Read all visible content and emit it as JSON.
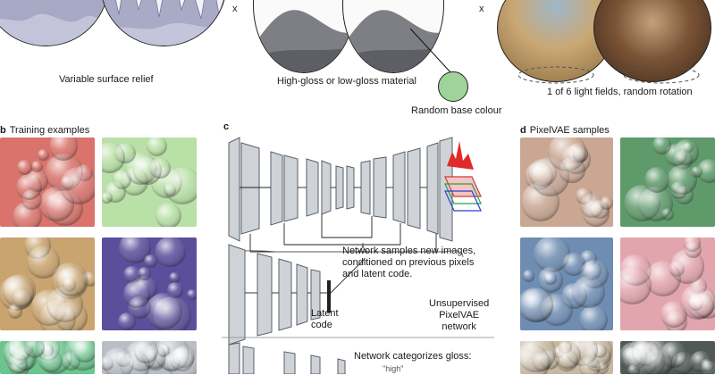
{
  "panel_a": {
    "relief_caption": "Variable surface relief",
    "multiply_sign": "x",
    "material_caption": "High-gloss or low-gloss material",
    "base_colour_caption": "Random base colour",
    "light_caption": "1 of 6 light fields, random rotation",
    "base_colour": "#9fd39a"
  },
  "panel_b": {
    "letter": "b",
    "title": "Training examples",
    "tile_colors": [
      "#d9736b",
      "#b9e0a6",
      "#c9a46e",
      "#5b4f9c",
      "#6cc58e",
      "#b9bec4"
    ]
  },
  "panel_c": {
    "letter": "c",
    "samples_note": [
      "Network samples new images,",
      "conditioned on previous pixels",
      "and latent code."
    ],
    "latent_label": [
      "Latent",
      "code"
    ],
    "pixelvae_label": [
      "Unsupervised",
      "PixelVAE",
      "network"
    ],
    "gloss_note": "Network categorizes gloss:",
    "gloss_word": "\"high\""
  },
  "panel_d": {
    "letter": "d",
    "title": "PixelVAE samples",
    "tile_colors": [
      "#c9a793",
      "#5f9a6b",
      "#6f8db3",
      "#e3a5ad",
      "#c9b8a0",
      "#4f5a55"
    ]
  }
}
